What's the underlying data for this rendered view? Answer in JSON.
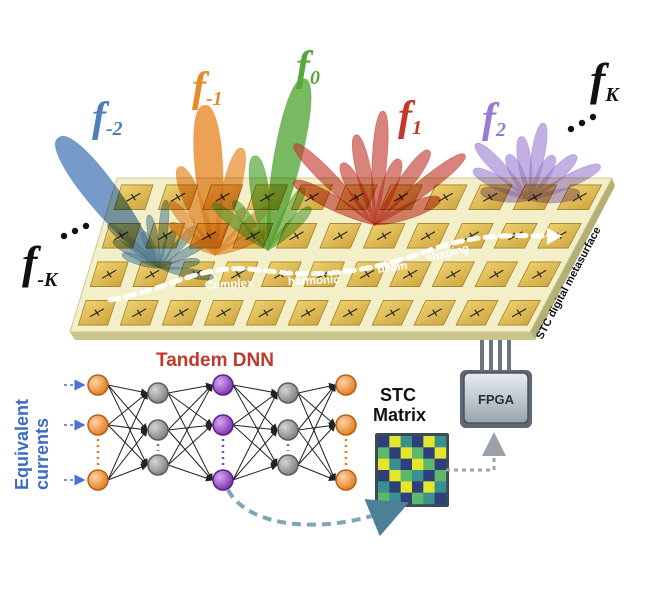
{
  "frequencies": [
    {
      "letter": "f",
      "sub": "-K",
      "color": "#111111"
    },
    {
      "letter": "f",
      "sub": "-2",
      "color": "#4f7fb8"
    },
    {
      "letter": "f",
      "sub": "-1",
      "color": "#e8892a"
    },
    {
      "letter": "f",
      "sub": "0",
      "color": "#57a83a"
    },
    {
      "letter": "f",
      "sub": "1",
      "color": "#c0392b"
    },
    {
      "letter": "f",
      "sub": "2",
      "color": "#9a7bd0"
    },
    {
      "letter": "f",
      "sub": "K",
      "color": "#111111"
    }
  ],
  "metasurface_label": "STC digital metasurface",
  "beam_shaping_words": [
    "Complex",
    "harmonic",
    "beam",
    "shaping"
  ],
  "network_title": "Tandem DNN",
  "input_label_lines": [
    "Equivalent",
    "currents"
  ],
  "matrix_label_lines": [
    "STC",
    "Matrix"
  ],
  "fpga_label": "FPGA",
  "colors": {
    "network_title": "#c0392b",
    "input_label": "#3d6cc4",
    "node_orange": "#e8892a",
    "node_gray": "#8c8c8c",
    "node_purple": "#8e3fc4",
    "tile_gold": "#e7c04e",
    "board": "#f2f0c8"
  },
  "matrix_cells": [
    [
      "navy",
      "yellow",
      "teal",
      "navy",
      "yellow",
      "teal"
    ],
    [
      "green",
      "navy",
      "yellow",
      "green",
      "navy",
      "yellow"
    ],
    [
      "yellow",
      "teal",
      "navy",
      "yellow",
      "green",
      "navy"
    ],
    [
      "navy",
      "yellow",
      "green",
      "teal",
      "navy",
      "green"
    ],
    [
      "teal",
      "navy",
      "yellow",
      "navy",
      "yellow",
      "teal"
    ],
    [
      "green",
      "teal",
      "navy",
      "green",
      "teal",
      "navy"
    ]
  ]
}
